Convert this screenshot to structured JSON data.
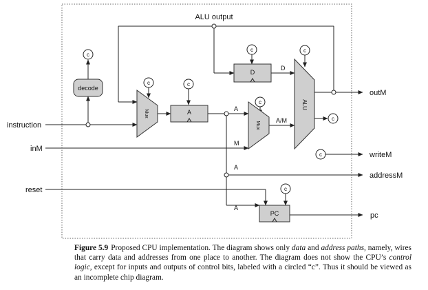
{
  "labels": {
    "alu_output": "ALU output",
    "decode": "decode",
    "a_reg": "A",
    "d_reg": "D",
    "pc": "PC",
    "mux": "Mux",
    "alu": "ALU",
    "control_bit": "c",
    "wire_d": "D",
    "wire_a1": "A",
    "wire_a2": "A",
    "wire_a3": "A",
    "wire_m": "M",
    "wire_am": "A/M"
  },
  "inputs": {
    "instruction": "instruction",
    "inM": "inM",
    "reset": "reset"
  },
  "outputs": {
    "outM": "outM",
    "writeM": "writeM",
    "addressM": "addressM",
    "pc": "pc"
  },
  "caption": {
    "label": "Figure 5.9",
    "t1": "Proposed CPU implementation. The diagram shows only ",
    "e1": "data",
    "t2": " and ",
    "e2": "address paths",
    "t3": ", namely, wires that carry data and addresses from one place to another. The diagram does not show the CPU’s ",
    "e3": "control logic",
    "t4": ", except for inputs and outputs of control bits, labeled with a circled “c”. Thus it should be viewed as an incomplete chip diagram."
  }
}
